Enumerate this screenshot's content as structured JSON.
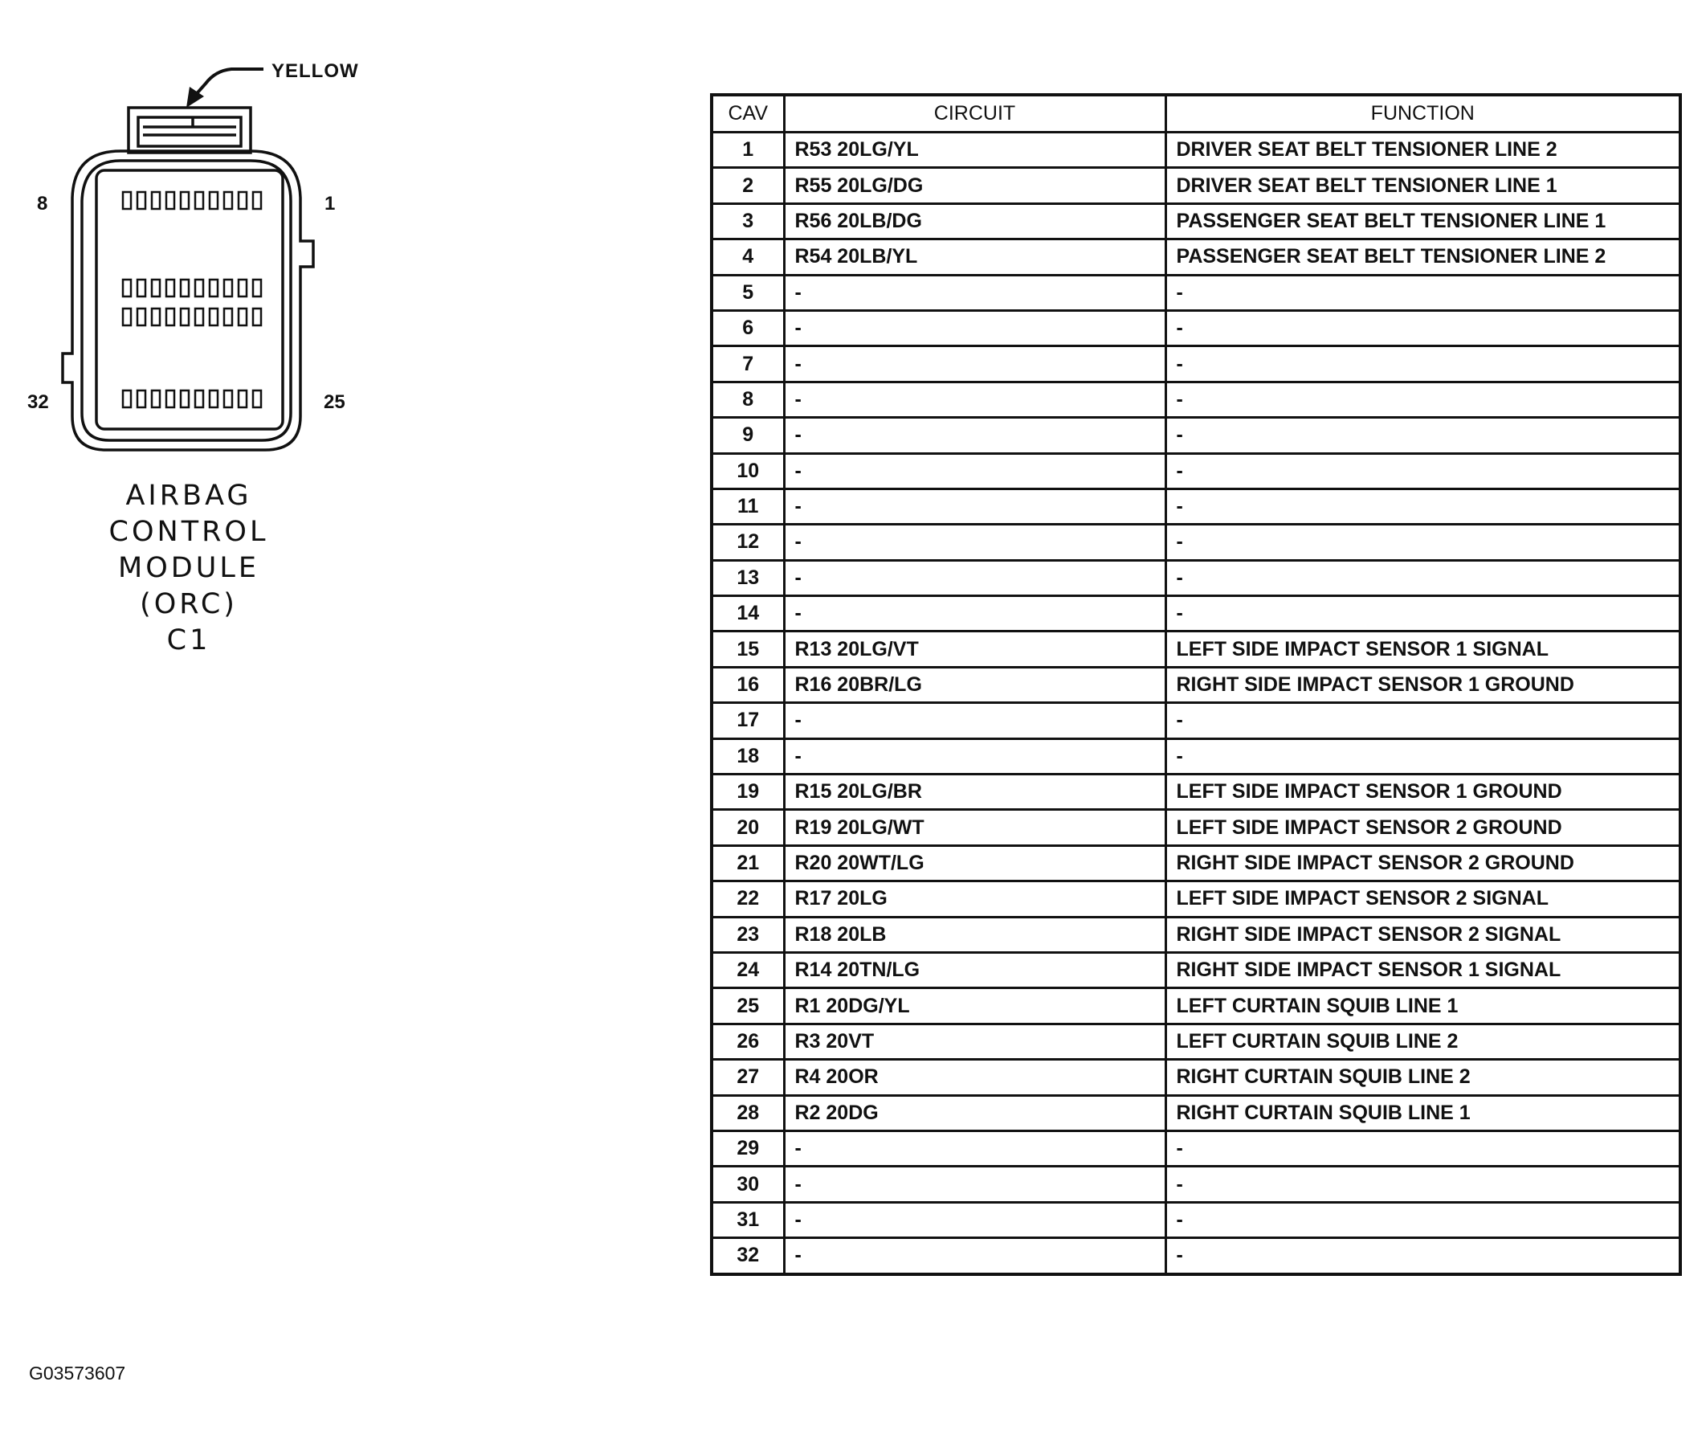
{
  "callout": {
    "color_label": "YELLOW"
  },
  "connector": {
    "pin_labels": {
      "top_left": "8",
      "top_right": "1",
      "bottom_left": "32",
      "bottom_right": "25"
    }
  },
  "module_label": {
    "lines": [
      "AIRBAG",
      "CONTROL",
      "MODULE",
      "(ORC)",
      "C1"
    ]
  },
  "figure_id": "G03573607",
  "table": {
    "headers": {
      "cav": "CAV",
      "circuit": "CIRCUIT",
      "function": "FUNCTION"
    },
    "rows": [
      {
        "cav": "1",
        "circuit": "R53 20LG/YL",
        "function": "DRIVER SEAT BELT TENSIONER LINE 2"
      },
      {
        "cav": "2",
        "circuit": "R55 20LG/DG",
        "function": "DRIVER SEAT BELT TENSIONER LINE 1"
      },
      {
        "cav": "3",
        "circuit": "R56 20LB/DG",
        "function": "PASSENGER SEAT BELT TENSIONER LINE 1"
      },
      {
        "cav": "4",
        "circuit": "R54 20LB/YL",
        "function": "PASSENGER SEAT BELT TENSIONER LINE 2"
      },
      {
        "cav": "5",
        "circuit": "-",
        "function": "-"
      },
      {
        "cav": "6",
        "circuit": "-",
        "function": "-"
      },
      {
        "cav": "7",
        "circuit": "-",
        "function": "-"
      },
      {
        "cav": "8",
        "circuit": "-",
        "function": "-"
      },
      {
        "cav": "9",
        "circuit": "-",
        "function": "-"
      },
      {
        "cav": "10",
        "circuit": "-",
        "function": "-"
      },
      {
        "cav": "11",
        "circuit": "-",
        "function": "-"
      },
      {
        "cav": "12",
        "circuit": "-",
        "function": "-"
      },
      {
        "cav": "13",
        "circuit": "-",
        "function": "-"
      },
      {
        "cav": "14",
        "circuit": "-",
        "function": "-"
      },
      {
        "cav": "15",
        "circuit": "R13 20LG/VT",
        "function": "LEFT SIDE IMPACT SENSOR 1 SIGNAL"
      },
      {
        "cav": "16",
        "circuit": "R16 20BR/LG",
        "function": "RIGHT SIDE IMPACT SENSOR 1 GROUND"
      },
      {
        "cav": "17",
        "circuit": "-",
        "function": "-"
      },
      {
        "cav": "18",
        "circuit": "-",
        "function": "-"
      },
      {
        "cav": "19",
        "circuit": "R15 20LG/BR",
        "function": "LEFT SIDE IMPACT SENSOR 1 GROUND"
      },
      {
        "cav": "20",
        "circuit": "R19 20LG/WT",
        "function": "LEFT SIDE IMPACT SENSOR 2 GROUND"
      },
      {
        "cav": "21",
        "circuit": "R20 20WT/LG",
        "function": "RIGHT SIDE IMPACT SENSOR 2 GROUND"
      },
      {
        "cav": "22",
        "circuit": "R17 20LG",
        "function": "LEFT SIDE IMPACT SENSOR 2 SIGNAL"
      },
      {
        "cav": "23",
        "circuit": "R18 20LB",
        "function": "RIGHT SIDE IMPACT SENSOR 2 SIGNAL"
      },
      {
        "cav": "24",
        "circuit": "R14 20TN/LG",
        "function": "RIGHT SIDE IMPACT SENSOR 1 SIGNAL"
      },
      {
        "cav": "25",
        "circuit": "R1 20DG/YL",
        "function": "LEFT CURTAIN SQUIB LINE 1"
      },
      {
        "cav": "26",
        "circuit": "R3 20VT",
        "function": "LEFT CURTAIN SQUIB LINE 2"
      },
      {
        "cav": "27",
        "circuit": "R4 20OR",
        "function": "RIGHT CURTAIN SQUIB LINE 2"
      },
      {
        "cav": "28",
        "circuit": "R2 20DG",
        "function": "RIGHT CURTAIN SQUIB LINE 1"
      },
      {
        "cav": "29",
        "circuit": "-",
        "function": "-"
      },
      {
        "cav": "30",
        "circuit": "-",
        "function": "-"
      },
      {
        "cav": "31",
        "circuit": "-",
        "function": "-"
      },
      {
        "cav": "32",
        "circuit": "-",
        "function": "-"
      }
    ]
  }
}
